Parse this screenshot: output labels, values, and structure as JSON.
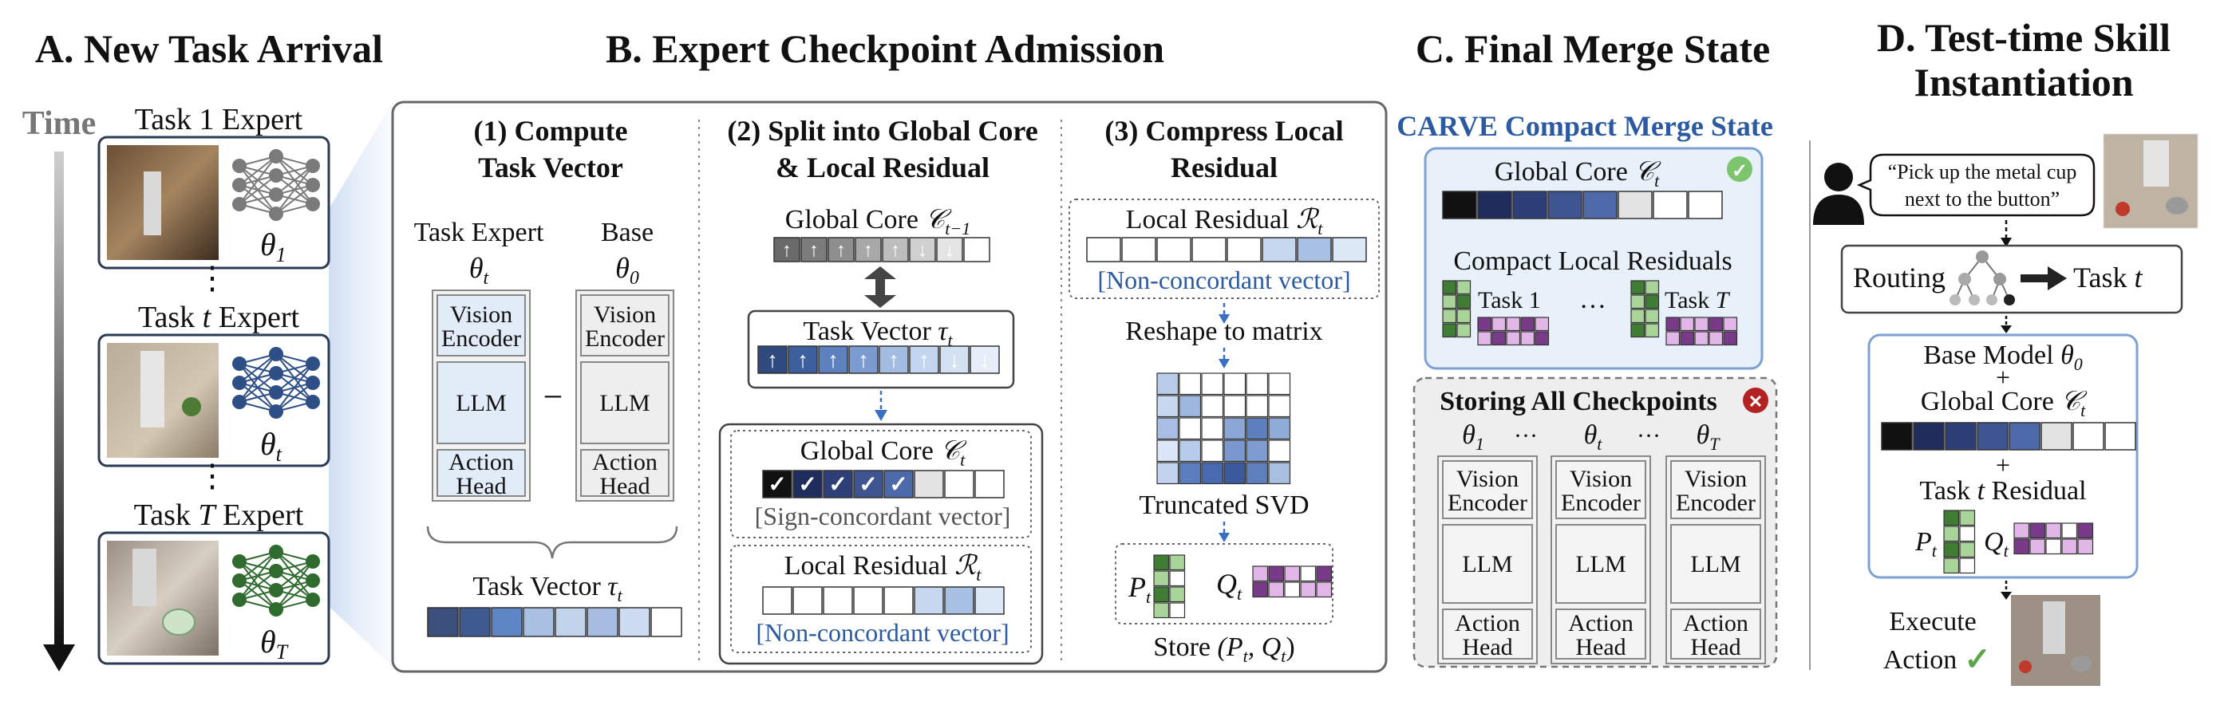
{
  "panel_a": {
    "title": "A. New Task Arrival",
    "time_label": "Time",
    "experts": [
      {
        "label": "Task 1 Expert",
        "theta_sym": "θ",
        "theta_sub": "1"
      },
      {
        "label_pre": "Task ",
        "label_var": "t",
        "label_post": " Expert",
        "theta_sym": "θ",
        "theta_sub": "t"
      },
      {
        "label_pre": "Task ",
        "label_var": "T",
        "label_post": " Expert",
        "theta_sym": "θ",
        "theta_sub": "T"
      }
    ],
    "dots": "⋮"
  },
  "panel_b": {
    "title": "B. Expert Checkpoint Admission",
    "step1": {
      "title_1": "(1) Compute",
      "title_2": "Task Vector",
      "expert_label": "Task Expert",
      "expert_theta": "θ",
      "expert_sub": "t",
      "base_label": "Base",
      "base_theta": "θ",
      "base_sub": "0",
      "modules": [
        "Vision Encoder",
        "LLM",
        "Action Head"
      ],
      "minus": "−",
      "tv_label": "Task Vector ",
      "tv_sym": "τ",
      "tv_sub": "t",
      "tv_cells": [
        "#3b4f7a",
        "#3e5a8f",
        "#5e85c4",
        "#a9c0e2",
        "#c2d3ec",
        "#a6bde1",
        "#cddcf0",
        "#ffffff"
      ]
    },
    "step2": {
      "title_1": "(2) Split into Global Core",
      "title_2": "& Local Residual",
      "gc_prev_label": "Global Core ",
      "gc_prev_sym": "𝒞",
      "gc_prev_sub": "t−1",
      "gc_prev_cells": [
        "#6a6a6a",
        "#7c7c7c",
        "#8e8e8e",
        "#a8a8a8",
        "#bdbdbd",
        "#d0d0d0",
        "#e4e4e4",
        "#ffffff"
      ],
      "gc_prev_arrows": [
        "↑",
        "↑",
        "↑",
        "↑",
        "↑",
        "↓",
        "↓",
        "↓"
      ],
      "tv_label": "Task Vector ",
      "tv_sym": "τ",
      "tv_sub": "t",
      "tv_cells": [
        "#2f4a7f",
        "#3e5f9e",
        "#5d81bf",
        "#7c9bd0",
        "#a3bce2",
        "#c3d5ef",
        "#d4e1f3",
        "#e6eef9"
      ],
      "tv_arrows": [
        "↑",
        "↑",
        "↑",
        "↑",
        "↑",
        "↑",
        "↓",
        "↓"
      ],
      "gc_label": "Global Core ",
      "gc_sym": "𝒞",
      "gc_sub": "t",
      "gc_cells": [
        "#111111",
        "#1f2d5c",
        "#2e3f78",
        "#3f5592",
        "#4e69aa",
        "#e3e3e3",
        "#ffffff",
        "#ffffff"
      ],
      "gc_checks": [
        "✓",
        "✓",
        "✓",
        "✓",
        "✓",
        "",
        "",
        ""
      ],
      "gc_caption": "[Sign-concordant vector]",
      "lr_label": "Local Residual ",
      "lr_sym": "ℛ",
      "lr_sub": "t",
      "lr_cells": [
        "#ffffff",
        "#ffffff",
        "#ffffff",
        "#ffffff",
        "#ffffff",
        "#c6d7ef",
        "#a8c0e3",
        "#dde8f6"
      ],
      "lr_caption": "[Non-concordant vector]"
    },
    "step3": {
      "title_1": "(3) Compress Local",
      "title_2": "Residual",
      "lr_label": "Local Residual ",
      "lr_sym": "ℛ",
      "lr_sub": "t",
      "lr_cells": [
        "#ffffff",
        "#ffffff",
        "#ffffff",
        "#ffffff",
        "#ffffff",
        "#c6d7ef",
        "#a8c0e3",
        "#dde8f6"
      ],
      "lr_caption": "[Non-concordant vector]",
      "reshape_label": "Reshape to matrix",
      "matrix": [
        [
          "#b9cdea",
          "#ffffff",
          "#ffffff",
          "#ffffff",
          "#ffffff",
          "#ffffff"
        ],
        [
          "#c7d8f0",
          "#9eb7df",
          "#ffffff",
          "#ffffff",
          "#ffffff",
          "#ffffff"
        ],
        [
          "#a8bfe3",
          "#ffffff",
          "#ffffff",
          "#8ba7d6",
          "#5d7fbe",
          "#8fabd8"
        ],
        [
          "#dbe6f6",
          "#b7cbea",
          "#ffffff",
          "#7898cf",
          "#7d9ccf",
          "#ffffff"
        ],
        [
          "#c1d3ee",
          "#5b7dbd",
          "#496ab0",
          "#3a5a9d",
          "#5f7fbd",
          "#a9bfe2"
        ]
      ],
      "svd_label": "Truncated SVD",
      "p_sym": "P",
      "p_sub": "t",
      "q_sym": "Q",
      "q_sub": "t",
      "store_label": "Store ",
      "store_math": "(P",
      "store_sub1": "t",
      "store_mid": ", Q",
      "store_sub2": "t",
      "store_end": ")"
    }
  },
  "panel_c": {
    "title": "C. Final Merge State",
    "carve_title": "CARVE Compact Merge State",
    "gc_label": "Global Core ",
    "gc_sym": "𝒞",
    "gc_sub": "t",
    "gc_cells": [
      "#111111",
      "#1f2d5c",
      "#2e3f78",
      "#3f5592",
      "#4e69aa",
      "#e3e3e3",
      "#ffffff",
      "#ffffff"
    ],
    "clr_label": "Compact Local Residuals",
    "task1": "Task 1",
    "ellipsis": "…",
    "taskT_pre": "Task ",
    "taskT_var": "T",
    "storing_title": "Storing All Checkpoints",
    "ckpt_thetas": [
      {
        "s": "θ",
        "b": "1"
      },
      {
        "s": "θ",
        "b": "t"
      },
      {
        "s": "θ",
        "b": "T"
      }
    ],
    "ckpt_dots": "···",
    "modules": [
      "Vision Encoder",
      "LLM",
      "Action Head"
    ],
    "x_icon": "✕",
    "check_icon": "✓"
  },
  "panel_d": {
    "title_1": "D. Test-time Skill",
    "title_2": "Instantiation",
    "instruction": "“Pick up the metal cup next to the button”",
    "routing": "Routing",
    "task_t_pre": "Task ",
    "task_t_var": "t",
    "base_model": "Base Model ",
    "base_sym": "θ",
    "base_sub": "0",
    "plus": "+",
    "gc_label": "Global Core ",
    "gc_sym": "𝒞",
    "gc_sub": "t",
    "gc_cells": [
      "#111111",
      "#1f2d5c",
      "#2e3f78",
      "#3f5592",
      "#4e69aa",
      "#e3e3e3",
      "#ffffff",
      "#ffffff"
    ],
    "residual_pre": "Task ",
    "residual_var": "t",
    "residual_post": " Residual",
    "p_sym": "P",
    "p_sub": "t",
    "q_sym": "Q",
    "q_sub": "t",
    "execute_1": "Execute",
    "execute_2": "Action",
    "check_icon": "✓"
  },
  "colors": {
    "frame": "#555555",
    "accent_blue": "#2c5aa0",
    "carve_fill": "#e8f0fa",
    "carve_border": "#7ea1d4",
    "gray_fill": "#eeeeee",
    "green_1": "#3f7d34",
    "green_2": "#a8d49a",
    "pink_1": "#7a3a8a",
    "pink_2": "#e2b6e8",
    "success": "#58a84a",
    "danger": "#b22222"
  }
}
